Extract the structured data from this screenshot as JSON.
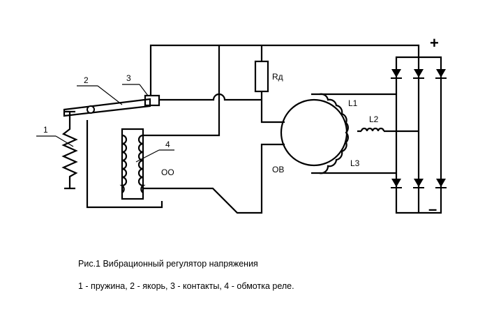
{
  "labels": {
    "spring": "1",
    "armature": "2",
    "contacts": "3",
    "relay_winding": "4",
    "resistor": "Rд",
    "relay_coil": "ОО",
    "field_winding": "ОВ",
    "phase1": "L1",
    "phase2": "L2",
    "phase3": "L3",
    "plus": "+",
    "minus": "–"
  },
  "caption": {
    "title": "Рис.1 Вибрационный регулятор напряжения",
    "legend": "1 - пружина, 2 - якорь, 3 - контакты, 4 - обмотка реле."
  }
}
